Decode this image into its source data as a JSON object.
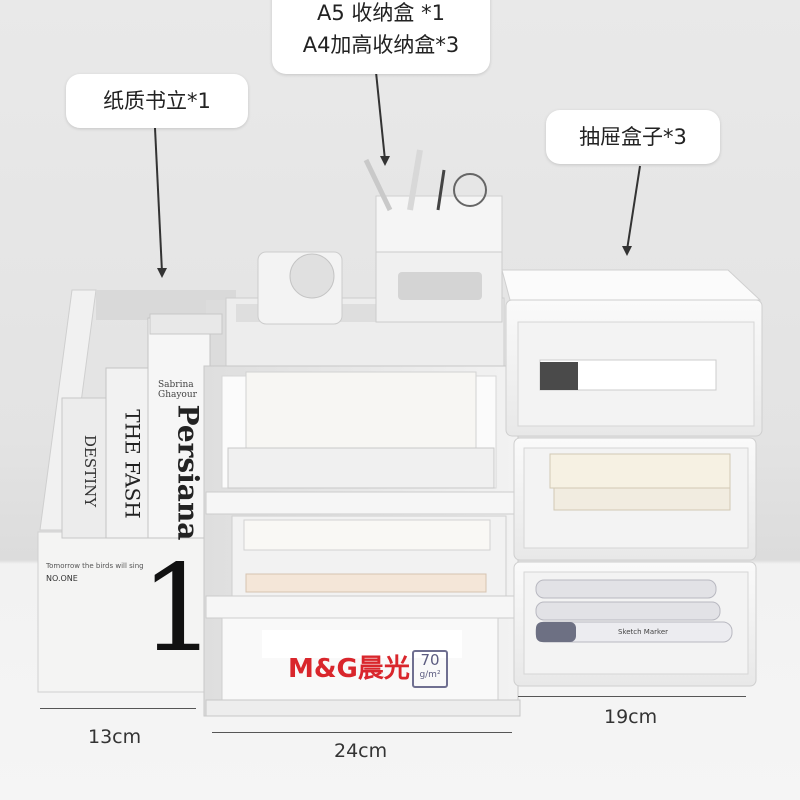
{
  "labels": {
    "a5_box_partial": "A5 收纳盒 *1",
    "a4_box": "A4加高收纳盒*3",
    "book_stand": "纸质书立*1",
    "drawer_box": "抽屉盒子*3"
  },
  "dimensions": {
    "left_width": "13cm",
    "middle_width": "24cm",
    "right_width": "19cm"
  },
  "book_spines": {
    "book1": "DESTINY",
    "book2": "THE FASH",
    "book3_author": "Sabrina Ghayour",
    "book3_title": "Persiana"
  },
  "book_stand_print": {
    "tagline": "Tomorrow the birds will sing",
    "name": "NO.ONE",
    "number": "1"
  },
  "paper_pack": {
    "brand": "M&G晨光",
    "weight": "70",
    "unit": "g/m²"
  },
  "markers": {
    "marker_label": "Sketch Marker"
  },
  "colors": {
    "wall": "#e6e6e6",
    "table": "#f4f4f4",
    "organizer": "#f0f0ef",
    "brand_red": "#d9262c"
  }
}
